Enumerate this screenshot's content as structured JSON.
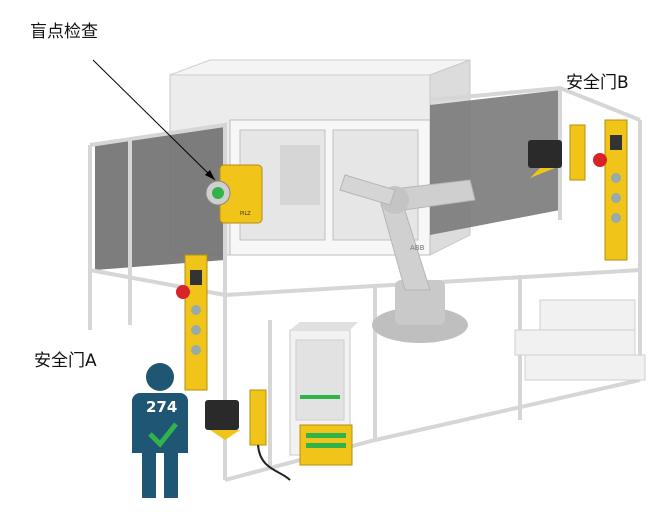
{
  "labels": {
    "blind_spot_check": "盲点检查",
    "safety_gate_b": "安全门B",
    "safety_gate_a": "安全门A"
  },
  "operator": {
    "badge_number": "274"
  },
  "colors": {
    "pilz_yellow": "#f0c419",
    "fence_gray": "#6f6f6f",
    "operator_blue": "#1f5673",
    "check_green": "#2fb34a",
    "estop_red": "#d8232a"
  },
  "icons": {
    "checkmark": "check-icon",
    "person": "person-icon",
    "robot": "robot-arm",
    "emergency_stop": "emergency-stop-icon"
  }
}
